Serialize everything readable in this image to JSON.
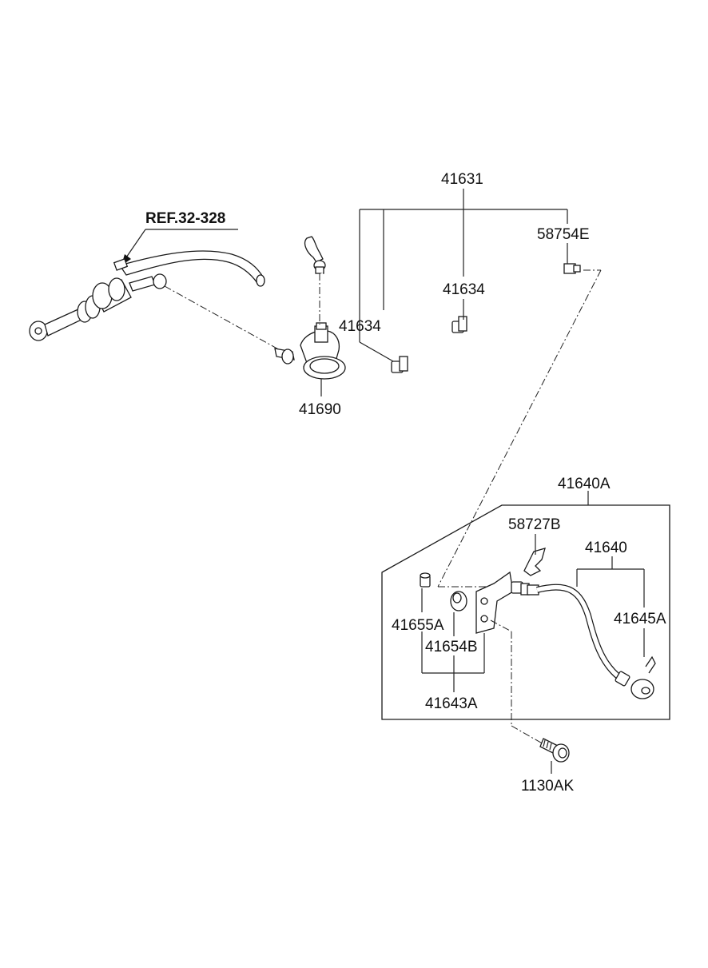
{
  "labels": {
    "ref": "REF.32-328",
    "p41631": "41631",
    "p58754E": "58754E",
    "p41634_right": "41634",
    "p41634_left": "41634",
    "p41690": "41690",
    "p41640A": "41640A",
    "p58727B": "58727B",
    "p41640": "41640",
    "p41645A": "41645A",
    "p41655A": "41655A",
    "p41654B": "41654B",
    "p41643A": "41643A",
    "p1130AK": "1130AK"
  }
}
